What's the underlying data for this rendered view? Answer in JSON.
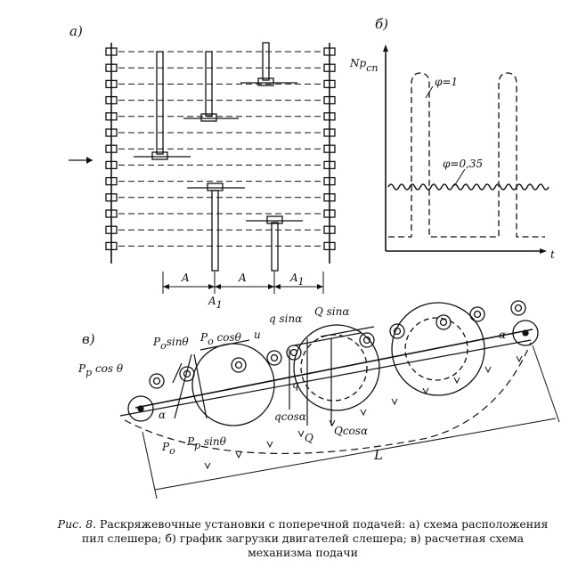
{
  "panel_a": {
    "label": "а)",
    "dims": [
      "A",
      "A",
      "A"
    ],
    "dim_sub": [
      "A",
      "1"
    ],
    "dim_sub2": [
      "A",
      "1"
    ]
  },
  "panel_b": {
    "label": "б)",
    "ylabel_main": "Np",
    "ylabel_sub": "сп",
    "xlabel": "t",
    "phi1": "φ=1",
    "phi2": "φ=0,35"
  },
  "panel_v": {
    "label": "в)",
    "labels": {
      "pp_cos": "P",
      "pp_cos_sub": "p",
      "pp_cos_tail": " cos θ",
      "po_sin": "P",
      "po_sin_sub": "o",
      "po_sin_tail": "sinθ",
      "po_cos": "P",
      "po_cos_sub": "o",
      "po_cos_tail": " cosθ",
      "u": "u",
      "q_sin": "q sinα",
      "Q_sin": "Q sinα",
      "q": "q",
      "q_cos": "qcosα",
      "Q": "Q",
      "Q_cos": "Qcosα",
      "pp_sin": "P",
      "pp_sin_sub": "p",
      "pp_sin_tail": " sinθ",
      "po": "P",
      "po_sub": "o",
      "alpha": "α",
      "alpha2": "α",
      "L": "L"
    }
  },
  "caption": {
    "fig": "Рис. 8.",
    "text": " Раскряжевочные установки с поперечной подачей: а) схема расположения пил слешера; б) график загрузки двигателей слешера; в) расчетная схема механизма подачи"
  }
}
